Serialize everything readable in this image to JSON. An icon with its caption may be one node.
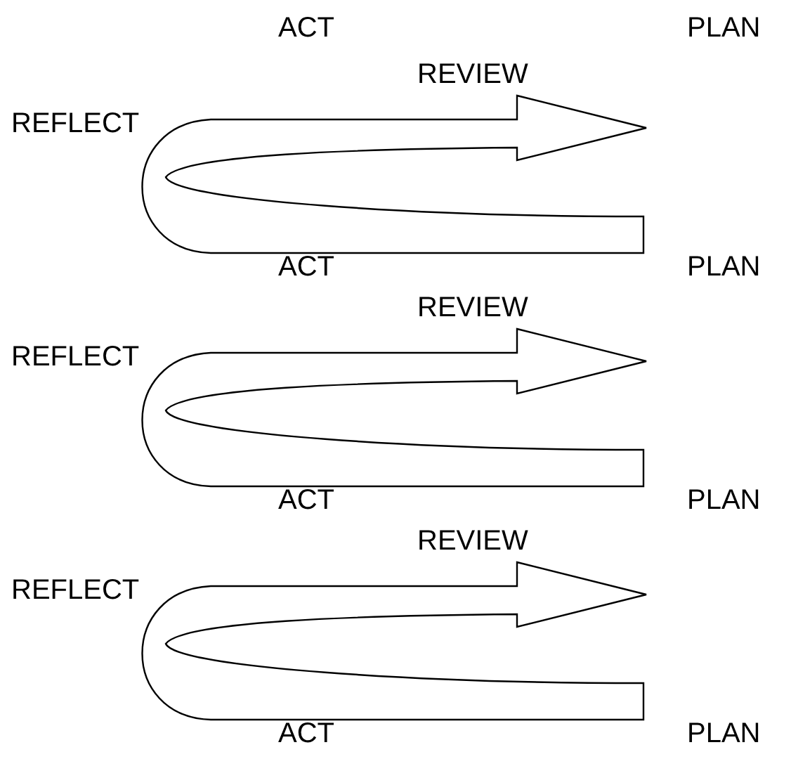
{
  "diagram": {
    "labels": [
      "ACT",
      "PLAN",
      "REVIEW",
      "REFLECT",
      "ACT",
      "PLAN",
      "REVIEW",
      "REFLECT",
      "ACT",
      "PLAN",
      "REVIEW",
      "REFLECT",
      "ACT",
      "PLAN"
    ]
  }
}
